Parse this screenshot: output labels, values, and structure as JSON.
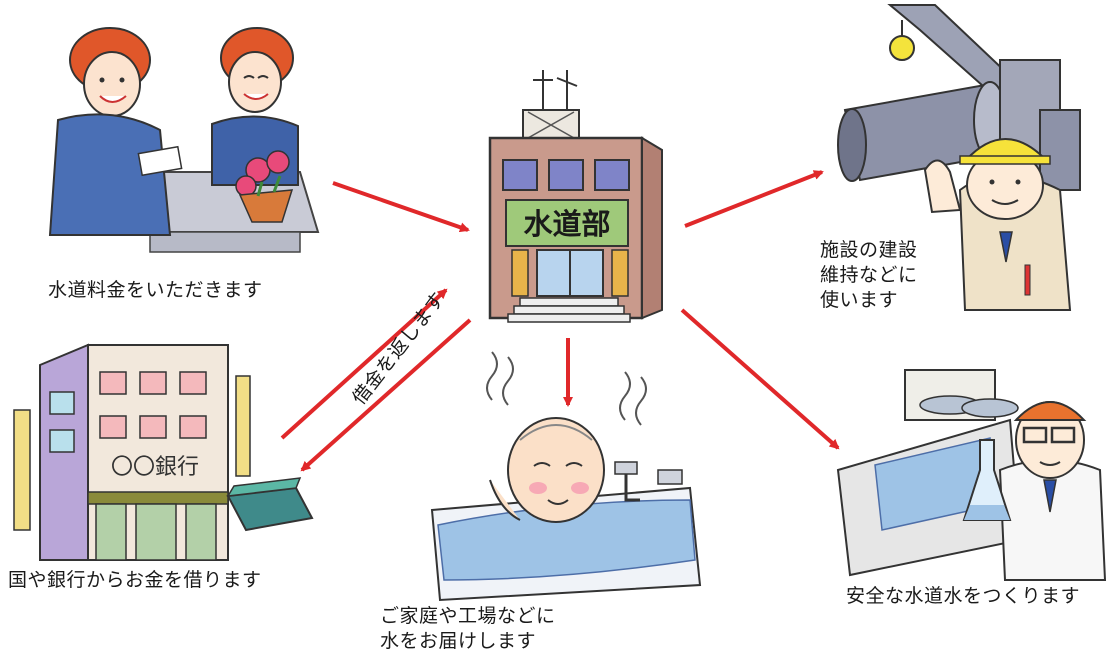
{
  "center": {
    "sign": "水道部"
  },
  "captions": {
    "fee": "水道料金をいただきます",
    "facilities": [
      "施設の建設",
      "維持などに",
      "使います"
    ],
    "bank_borrow": "国や銀行からお金を借ります",
    "repay": "借金を返します",
    "deliver": [
      "ご家庭や工場などに",
      "水をお届けします"
    ],
    "safe_water": "安全な水道水をつくります"
  },
  "bank": {
    "sign": "〇〇銀行"
  },
  "colors": {
    "arrow": "#e0282a",
    "building_wall": "#c99a8c",
    "water": "#9ec3e6",
    "hair": "#e0572a",
    "apron": "#4a6fb5"
  },
  "icons": [
    "water-department-building",
    "customers-paying-illustration",
    "construction-worker-illustration",
    "bank-building-illustration",
    "bathing-man-illustration",
    "water-treatment-worker-illustration"
  ]
}
